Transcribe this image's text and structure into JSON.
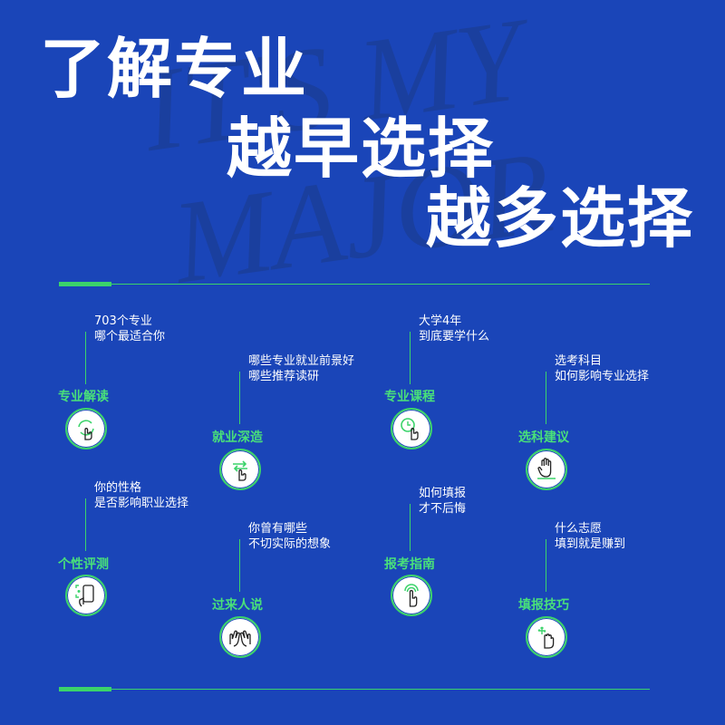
{
  "headline": {
    "line1": "了解专业",
    "line2": "越早选择",
    "line3": "越多选择"
  },
  "watermark": "IT'S MY MAJOR",
  "colors": {
    "background": "#1a45b8",
    "accent": "#3bd36a",
    "label": "#49e07a"
  },
  "items": [
    {
      "label": "专业解读",
      "desc1": "703个专业",
      "desc2": "哪个最适合你",
      "icon": "refresh-hand-icon"
    },
    {
      "label": "就业深造",
      "desc1": "哪些专业就业前景好",
      "desc2": "哪些推荐读研",
      "icon": "swap-hand-icon"
    },
    {
      "label": "专业课程",
      "desc1": "大学4年",
      "desc2": "到底要学什么",
      "icon": "clock-hand-icon"
    },
    {
      "label": "选科建议",
      "desc1": "选考科目",
      "desc2": "如何影响专业选择",
      "icon": "hand-select-icon"
    },
    {
      "label": "个性评测",
      "desc1": "你的性格",
      "desc2": "是否影响职业选择",
      "icon": "phone-hand-icon"
    },
    {
      "label": "过来人说",
      "desc1": "你曾有哪些",
      "desc2": "不切实际的想象",
      "icon": "two-hands-icon"
    },
    {
      "label": "报考指南",
      "desc1": "如何填报",
      "desc2": "才不后悔",
      "icon": "touch-hand-icon"
    },
    {
      "label": "填报技巧",
      "desc1": "什么志愿",
      "desc2": "填到就是赚到",
      "icon": "move-hand-icon"
    }
  ]
}
